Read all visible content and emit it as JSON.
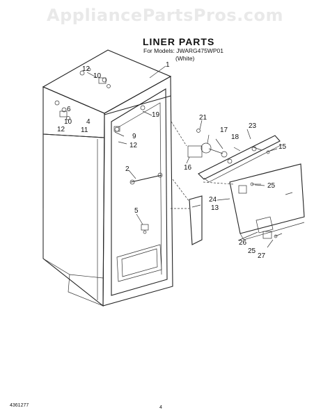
{
  "watermark": "AppliancePartsPros.com",
  "header": {
    "title": "LINER PARTS",
    "models_line": "For Models: JWARG475WP01",
    "color_line": "(White)"
  },
  "callouts": [
    "1",
    "12",
    "10",
    "6",
    "10",
    "12",
    "4",
    "11",
    "19",
    "9",
    "12",
    "2",
    "5",
    "21",
    "17",
    "18",
    "23",
    "15",
    "16",
    "25",
    "24",
    "13",
    "26",
    "25",
    "27"
  ],
  "footer": {
    "part_code": "4361277",
    "page_number": "4"
  }
}
